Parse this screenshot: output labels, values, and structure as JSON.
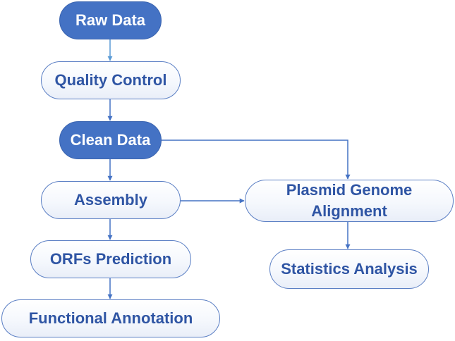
{
  "nodes": {
    "raw_data": "Raw Data",
    "quality_control": "Quality Control",
    "clean_data": "Clean Data",
    "assembly": "Assembly",
    "orfs_prediction": "ORFs Prediction",
    "functional_annotation": "Functional Annotation",
    "plasmid_alignment": "Plasmid Genome Alignment",
    "statistics_analysis": "Statistics Analysis"
  },
  "colors": {
    "dark_fill": "#4472c4",
    "light_text": "#2f55a4",
    "arrow": "#4472c4",
    "first_arrow": "#5b9bd5"
  }
}
